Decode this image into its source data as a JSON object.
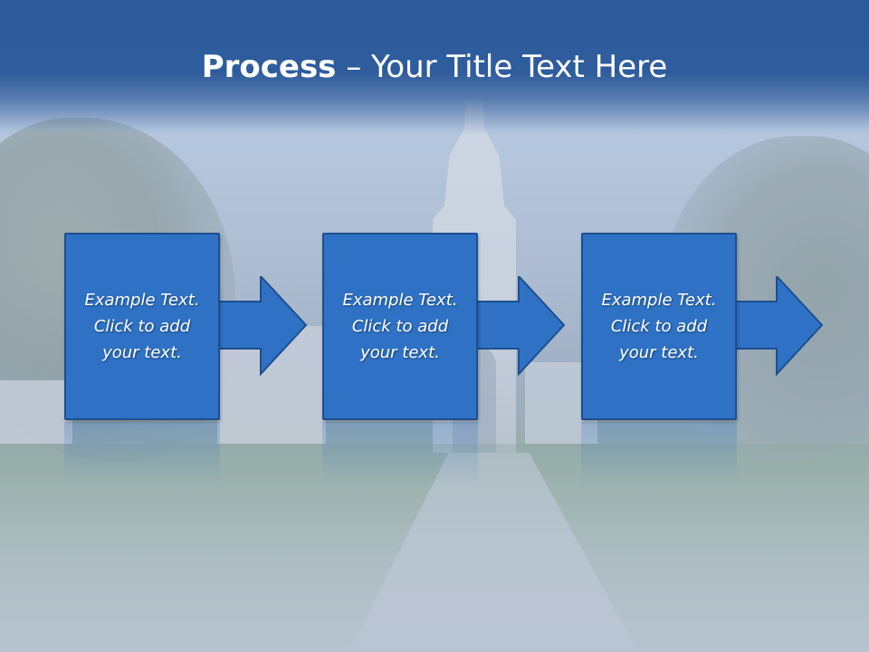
{
  "slide": {
    "title_bold": "Process",
    "title_rest": " – Your Title Text Here",
    "steps": [
      {
        "text": "Example Text.\nClick  to add\nyour text."
      },
      {
        "text": "Example Text.\nClick  to add\nyour text."
      },
      {
        "text": "Example Text.\nClick  to add\nyour text."
      }
    ]
  },
  "colors": {
    "title_band": "#2e5c9c",
    "box_fill": "#2f72c5",
    "box_border": "#1e4e8f",
    "text": "#ffffff"
  }
}
